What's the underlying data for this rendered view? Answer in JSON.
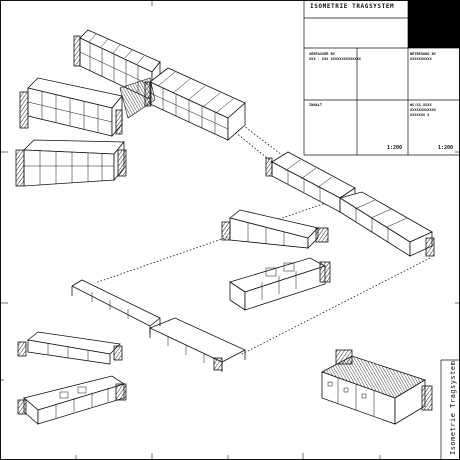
{
  "sheet": {
    "title": "ISOMETRIE TRAGSYSTEM",
    "side_title": "Isometrie Tragsystem"
  },
  "title_block": {
    "author_label": "VERFASSER BY",
    "author_value": "XXX · XXX XXXXXXXXXXXXXX",
    "tutor_label": "BETREUUNG BY",
    "tutor_value": "XXXXXXXXXX",
    "content_label": "INHALT",
    "course_label": "WS/SS XXXX",
    "course_line2": "XXXXXXXXXXXX",
    "course_line3": "XXXXXXX X",
    "scale_1": "1:200",
    "scale_2": "1:200"
  },
  "colors": {
    "ink": "#111111",
    "paper": "#ffffff",
    "black_panel": "#000000"
  }
}
